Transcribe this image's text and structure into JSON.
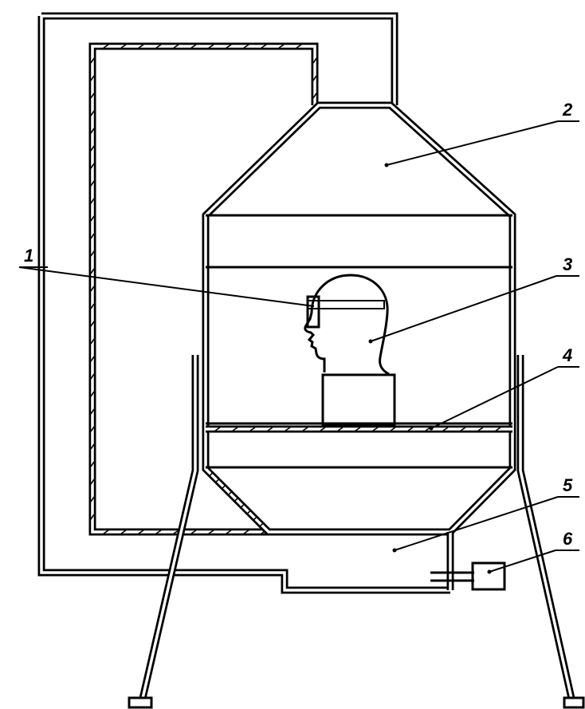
{
  "labels": {
    "l1": "1",
    "l2": "2",
    "l3": "3",
    "l4": "4",
    "l5": "5",
    "l6": "6"
  },
  "colors": {
    "stroke": "#000000",
    "background": "#ffffff"
  }
}
